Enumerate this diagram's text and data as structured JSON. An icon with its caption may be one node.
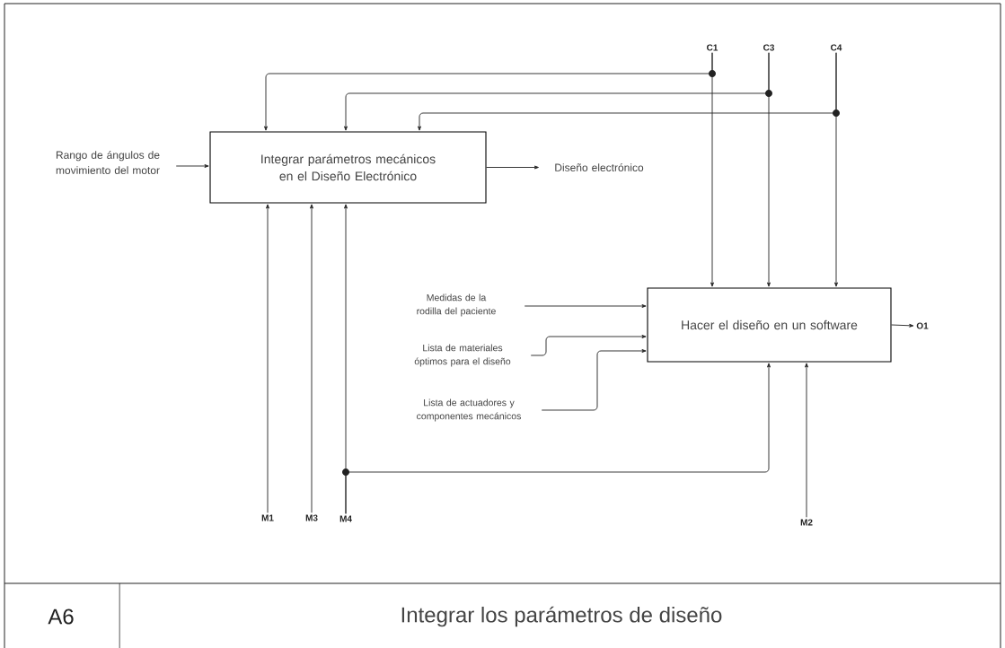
{
  "diagram": {
    "title": "Integrar los parámetros de diseño",
    "nodes": [
      {
        "text": [
          "Integrar parámetros mecánicos en el Diseño Electrónico"
        ]
      },
      {
        "text": [
          "Hacer el diseño en un software"
        ]
      },
      {
        "text": [
          "Rango de ángulos de movimiento del motor"
        ]
      },
      {
        "text": [
          "Diseño electrónico"
        ]
      },
      {
        "text": [
          "Medidas de la rodilla del paciente"
        ]
      },
      {
        "text": [
          "Lista de materiales óptimos para el diseño"
        ]
      },
      {
        "text": [
          "Lista de actuadores y componentes mecánicos"
        ]
      },
      {
        "text": [
          "C1"
        ]
      },
      {
        "text": [
          "C3"
        ]
      },
      {
        "text": [
          "C4"
        ]
      },
      {
        "text": [
          "O1"
        ]
      },
      {
        "text": [
          "M1"
        ]
      },
      {
        "text": [
          "M3"
        ]
      },
      {
        "text": [
          "M4"
        ]
      },
      {
        "text": [
          "M2"
        ]
      }
    ],
    "edges": [
      {
        "from": 7,
        "to": 0,
        "arrow": "to"
      },
      {
        "from": 7,
        "to": 1,
        "arrow": "to"
      },
      {
        "from": 8,
        "to": 0,
        "arrow": "to"
      },
      {
        "from": 8,
        "to": 1,
        "arrow": "to"
      },
      {
        "from": 9,
        "to": 0,
        "arrow": "to"
      },
      {
        "from": 9,
        "to": 1,
        "arrow": "to"
      },
      {
        "from": 2,
        "to": 0,
        "arrow": "to"
      },
      {
        "from": 0,
        "to": 3,
        "arrow": "to"
      },
      {
        "from": 4,
        "to": 1,
        "arrow": "to"
      },
      {
        "from": 5,
        "to": 1,
        "arrow": "to"
      },
      {
        "from": 6,
        "to": 1,
        "arrow": "to"
      },
      {
        "from": 1,
        "to": 10,
        "arrow": "to"
      },
      {
        "from": 11,
        "to": 0,
        "arrow": "to"
      },
      {
        "from": 12,
        "to": 0,
        "arrow": "to"
      },
      {
        "from": 13,
        "to": 0,
        "arrow": "to"
      },
      {
        "from": 13,
        "to": 1,
        "arrow": "to"
      },
      {
        "from": 14,
        "to": 1,
        "arrow": "to"
      }
    ],
    "labels": [
      "A6"
    ]
  }
}
